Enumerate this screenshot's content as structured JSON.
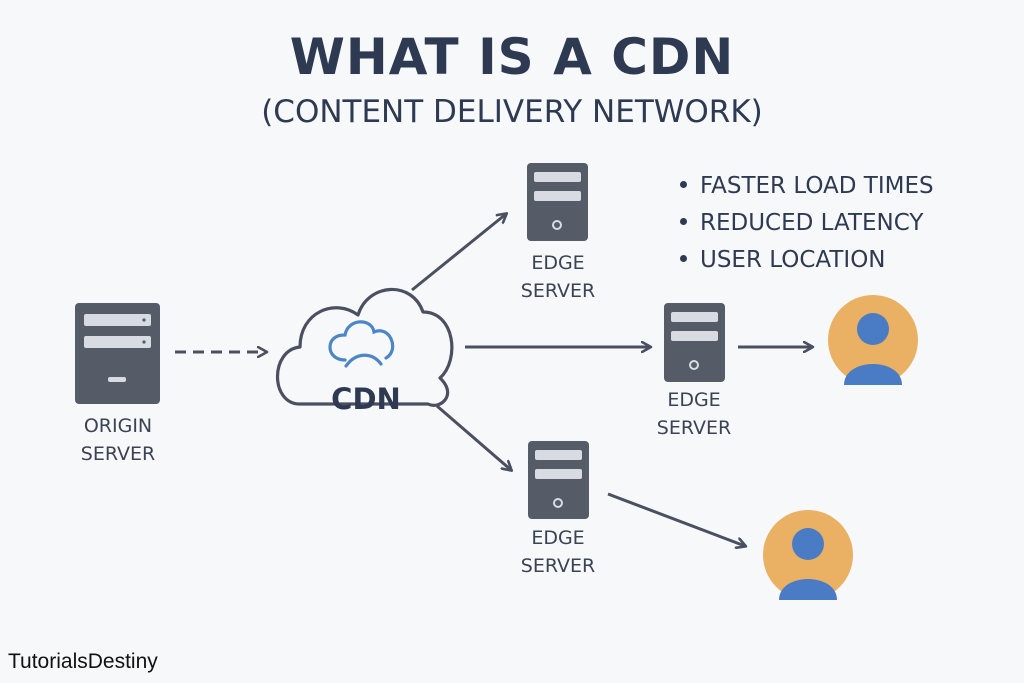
{
  "title": "WHAT IS A CDN",
  "subtitle": "(CONTENT DELIVERY NETWORK)",
  "nodes": {
    "origin": {
      "line1": "ORIGIN",
      "line2": "SERVER"
    },
    "cdn": {
      "label": "CDN"
    },
    "edge_top": {
      "line1": "EDGE",
      "line2": "SERVER"
    },
    "edge_middle": {
      "line1": "EDGE",
      "line2": "SERVER"
    },
    "edge_bottom": {
      "line1": "EDGE",
      "line2": "SERVER"
    }
  },
  "benefits": [
    "FASTER LOAD TIMES",
    "REDUCED LATENCY",
    "USER LOCATION"
  ],
  "watermark": "TutorialsDestiny",
  "colors": {
    "background": "#f7f8fa",
    "text": "#2e3a52",
    "server": "#555c68",
    "server_slot": "#d8dce2",
    "cdn_swirl": "#4d86c6",
    "user_circle": "#eab063",
    "user_figure": "#4a7cc5",
    "arrow": "#4a5060"
  }
}
